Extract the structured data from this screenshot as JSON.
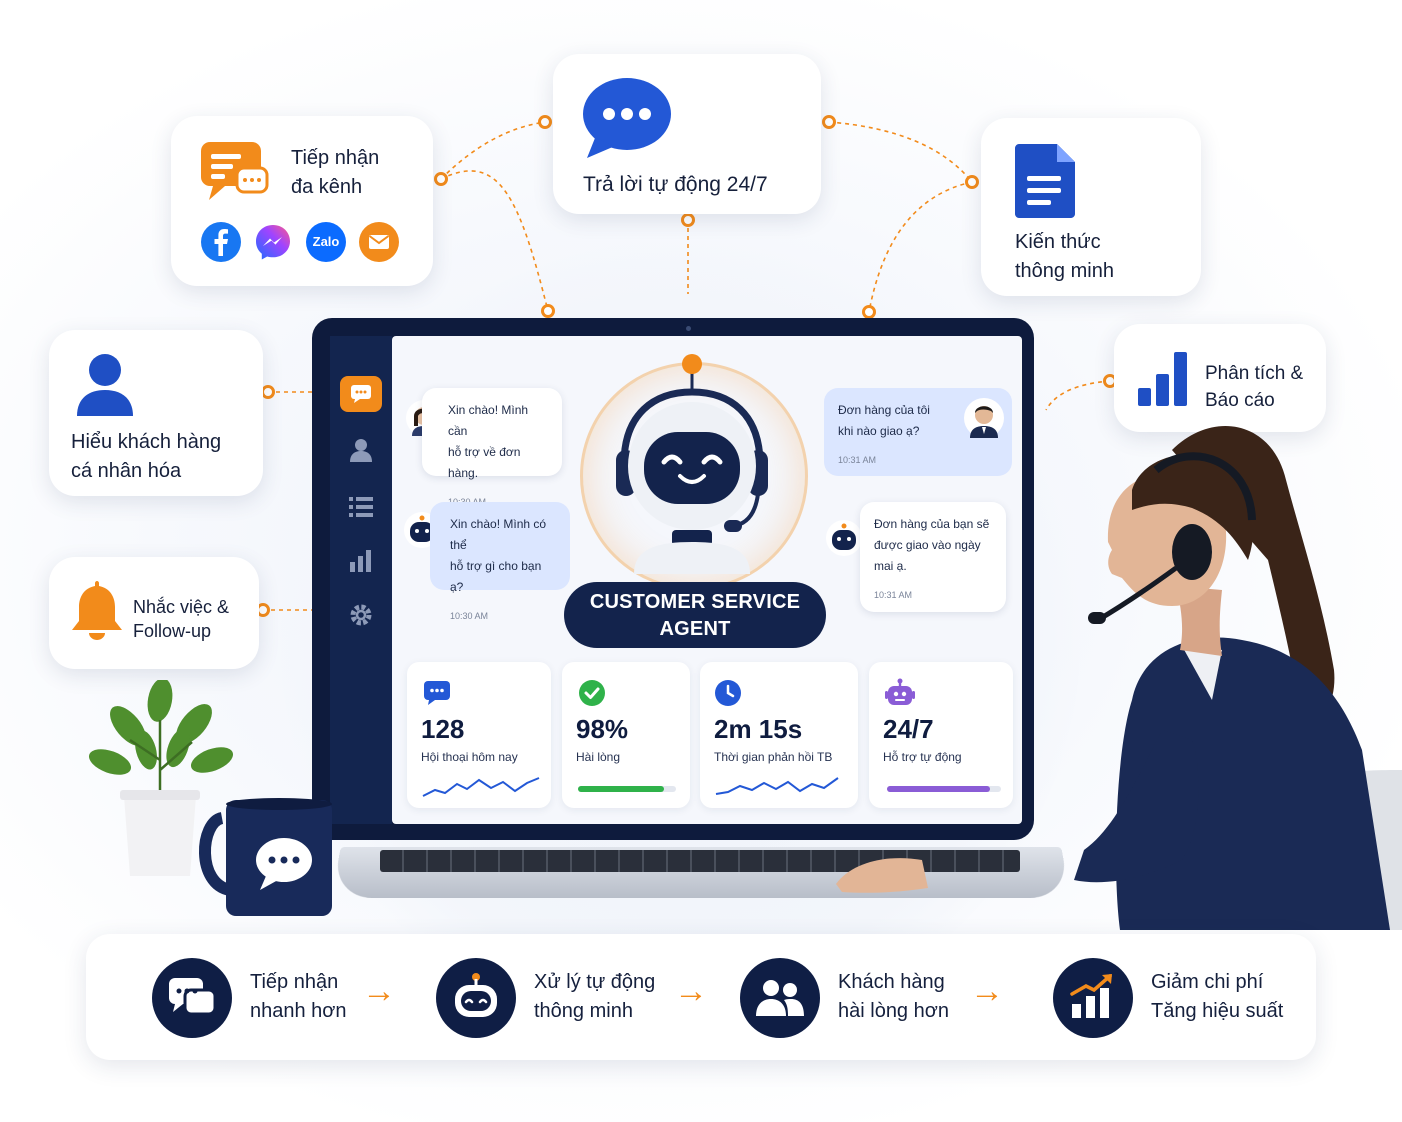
{
  "features": {
    "omnichannel": {
      "line1": "Tiếp nhận",
      "line2": "đa kênh",
      "zalo": "Zalo"
    },
    "autoreply": {
      "label": "Trả lời tự động 24/7"
    },
    "knowledge": {
      "line1": "Kiến thức",
      "line2": "thông minh"
    },
    "customer": {
      "line1": "Hiểu khách hàng",
      "line2": "cá nhân hóa"
    },
    "reminder": {
      "line1": "Nhắc việc &",
      "line2": "Follow-up"
    },
    "analytics": {
      "line1": "Phân tích &",
      "line2": "Báo cáo"
    }
  },
  "chat": {
    "msg1": {
      "line1": "Xin chào! Mình cần",
      "line2": "hỗ trợ về đơn hàng.",
      "time": "10:30 AM"
    },
    "msg2": {
      "line1": "Xin chào! Mình có thể",
      "line2": "hỗ trợ gì cho bạn ạ?",
      "time": "10:30 AM"
    },
    "msg3": {
      "line1": "Đơn hàng của tôi",
      "line2": "khi nào giao ạ?",
      "time": "10:31 AM"
    },
    "msg4": {
      "line1": "Đơn hàng của bạn sẽ",
      "line2": "được giao vào ngày",
      "line3": "mai ạ.",
      "time": "10:31 AM"
    }
  },
  "agent": {
    "line1": "CUSTOMER SERVICE",
    "line2": "AGENT"
  },
  "stats": [
    {
      "value": "128",
      "label": "Hội thoại hôm nay"
    },
    {
      "value": "98%",
      "label": "Hài lòng",
      "progress": 0.88
    },
    {
      "value": "2m 15s",
      "label": "Thời gian phản hồi TB"
    },
    {
      "value": "24/7",
      "label": "Hỗ trợ tự động",
      "progress": 0.9
    }
  ],
  "bottom_steps": [
    {
      "line1": "Tiếp nhận",
      "line2": "nhanh hơn"
    },
    {
      "line1": "Xử lý tự động",
      "line2": "thông minh"
    },
    {
      "line1": "Khách hàng",
      "line2": "hài lòng hơn"
    },
    {
      "line1": "Giảm chi phí",
      "line2": "Tăng hiệu suất"
    }
  ],
  "colors": {
    "accent": "#f28b1b",
    "navy": "#0f1e45",
    "blue": "#2358d6",
    "green": "#2fb24a",
    "purple": "#8a5cd6"
  }
}
